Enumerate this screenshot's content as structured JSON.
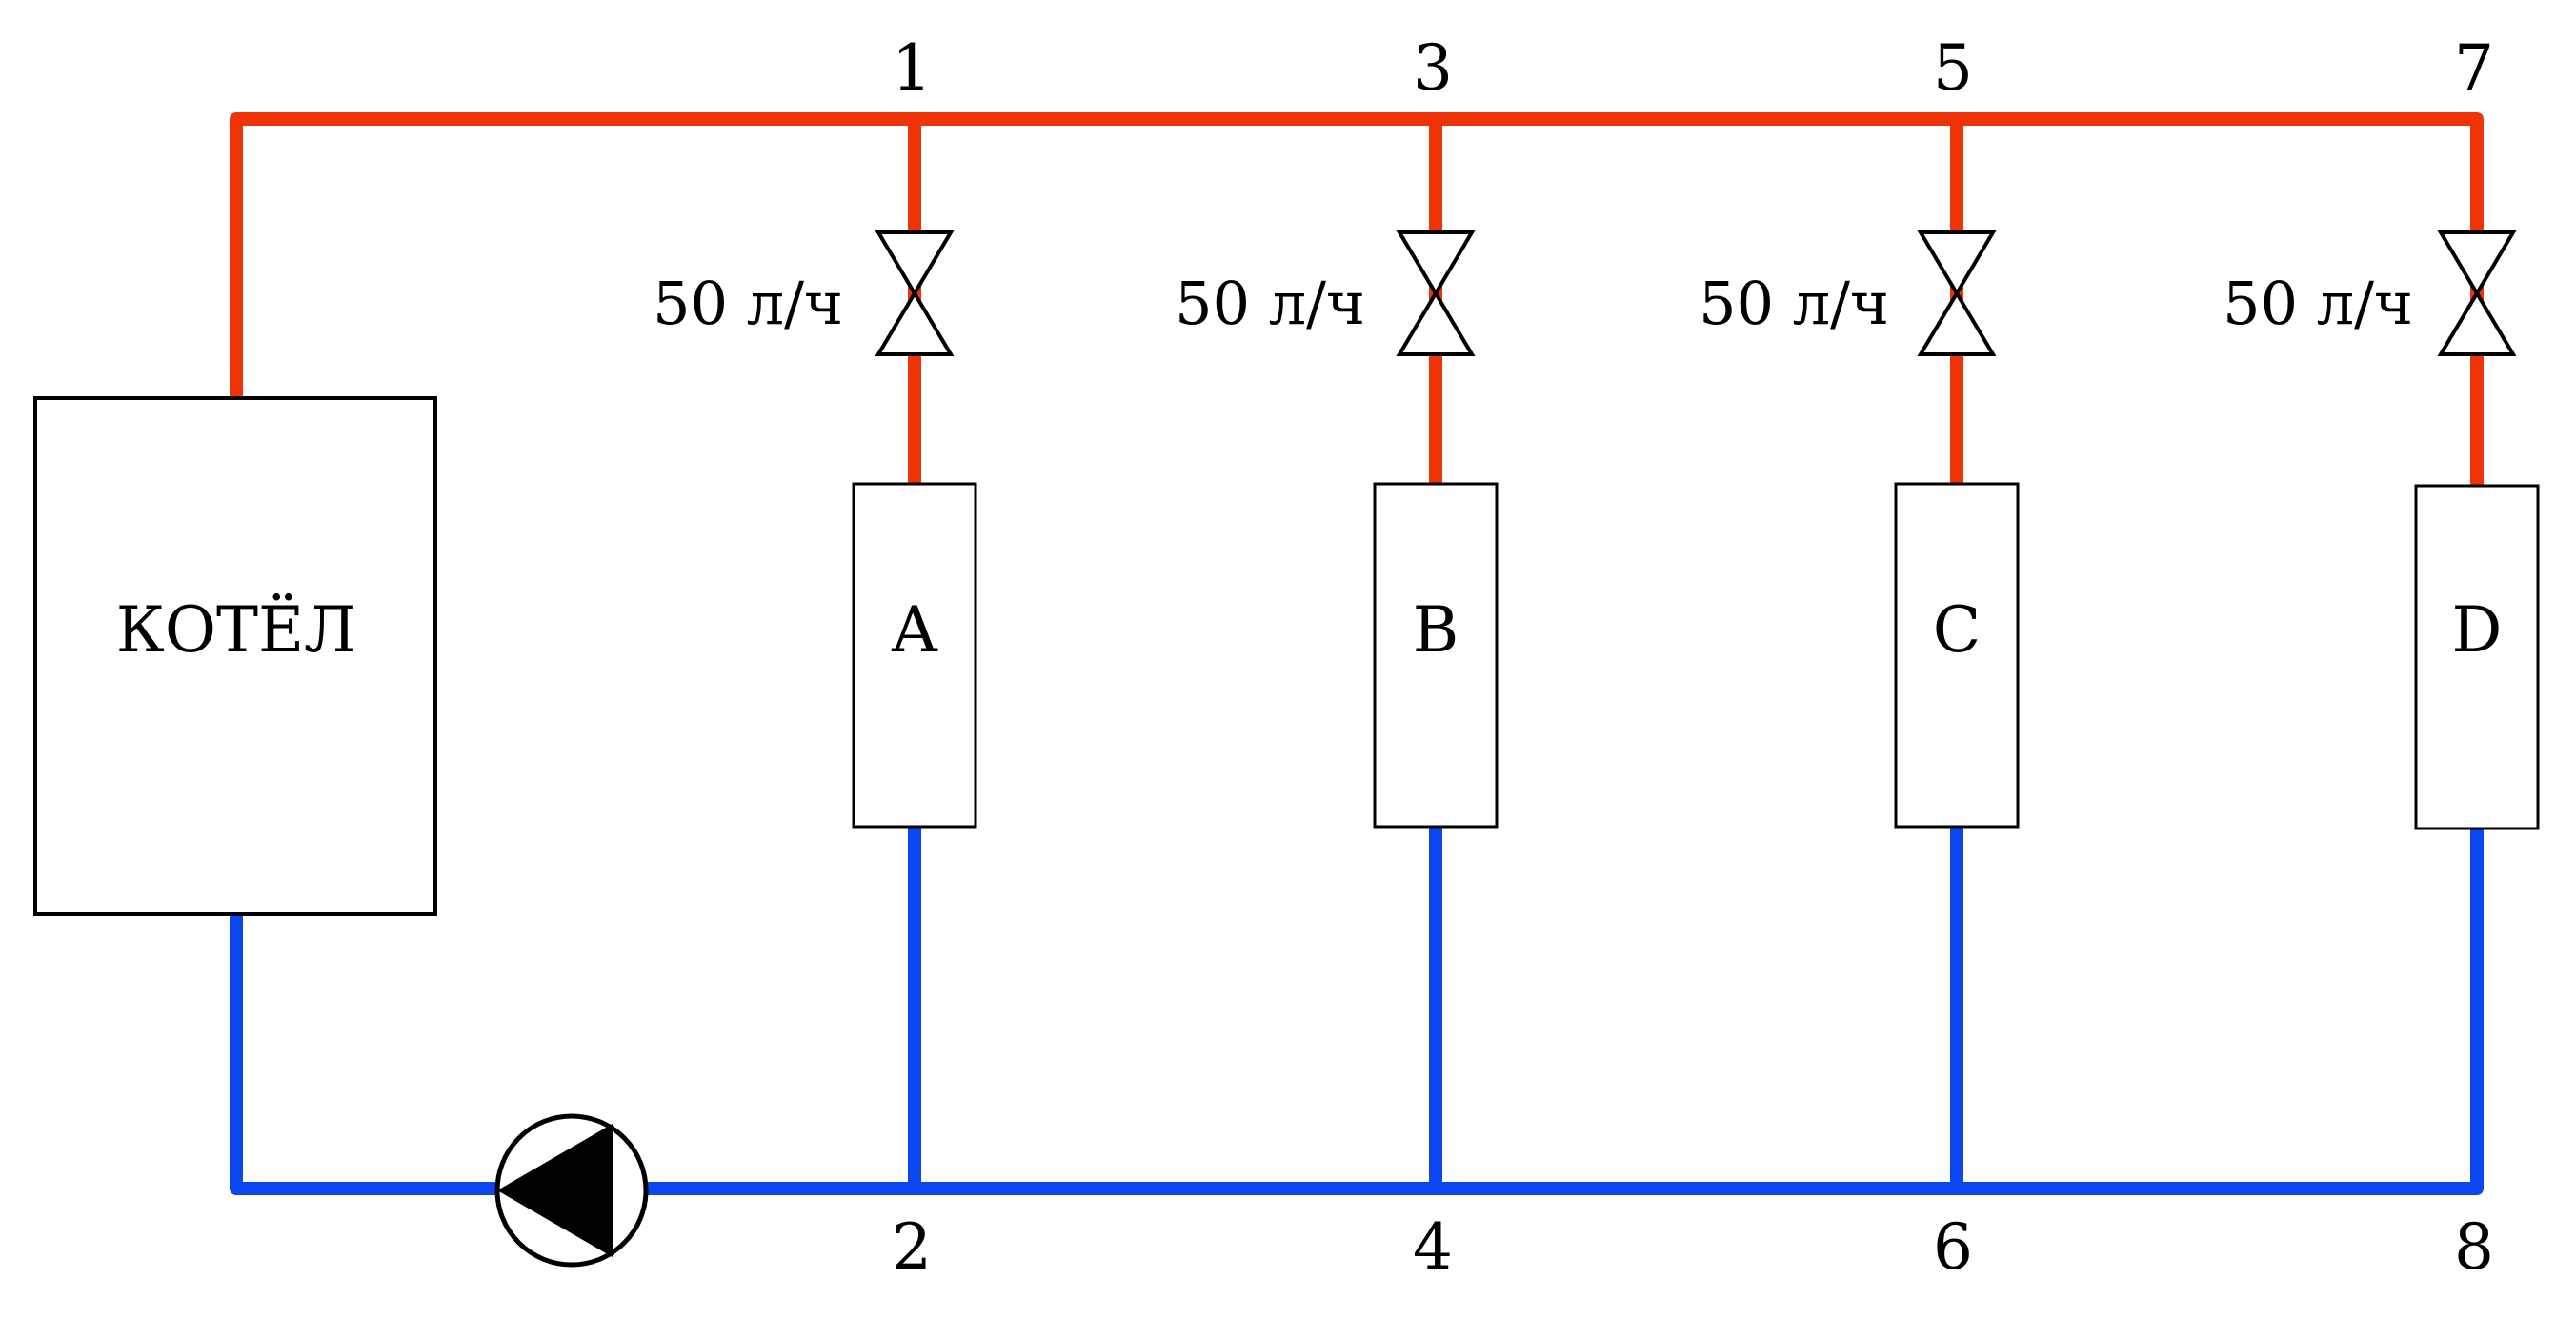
{
  "colors": {
    "supply": "#ee3306",
    "return": "#0a47f0",
    "outline": "#000000",
    "background": "#ffffff"
  },
  "boiler": {
    "label": "КОТЁЛ"
  },
  "pump": {
    "icon": "circulation-pump-icon"
  },
  "valve": {
    "icon": "balancing-valve-icon"
  },
  "branches": [
    {
      "radiator": "A",
      "flow": "50 л/ч",
      "supply_node": "1",
      "return_node": "2"
    },
    {
      "radiator": "B",
      "flow": "50 л/ч",
      "supply_node": "3",
      "return_node": "4"
    },
    {
      "radiator": "C",
      "flow": "50 л/ч",
      "supply_node": "5",
      "return_node": "6"
    },
    {
      "radiator": "D",
      "flow": "50 л/ч",
      "supply_node": "7",
      "return_node": "8"
    }
  ]
}
